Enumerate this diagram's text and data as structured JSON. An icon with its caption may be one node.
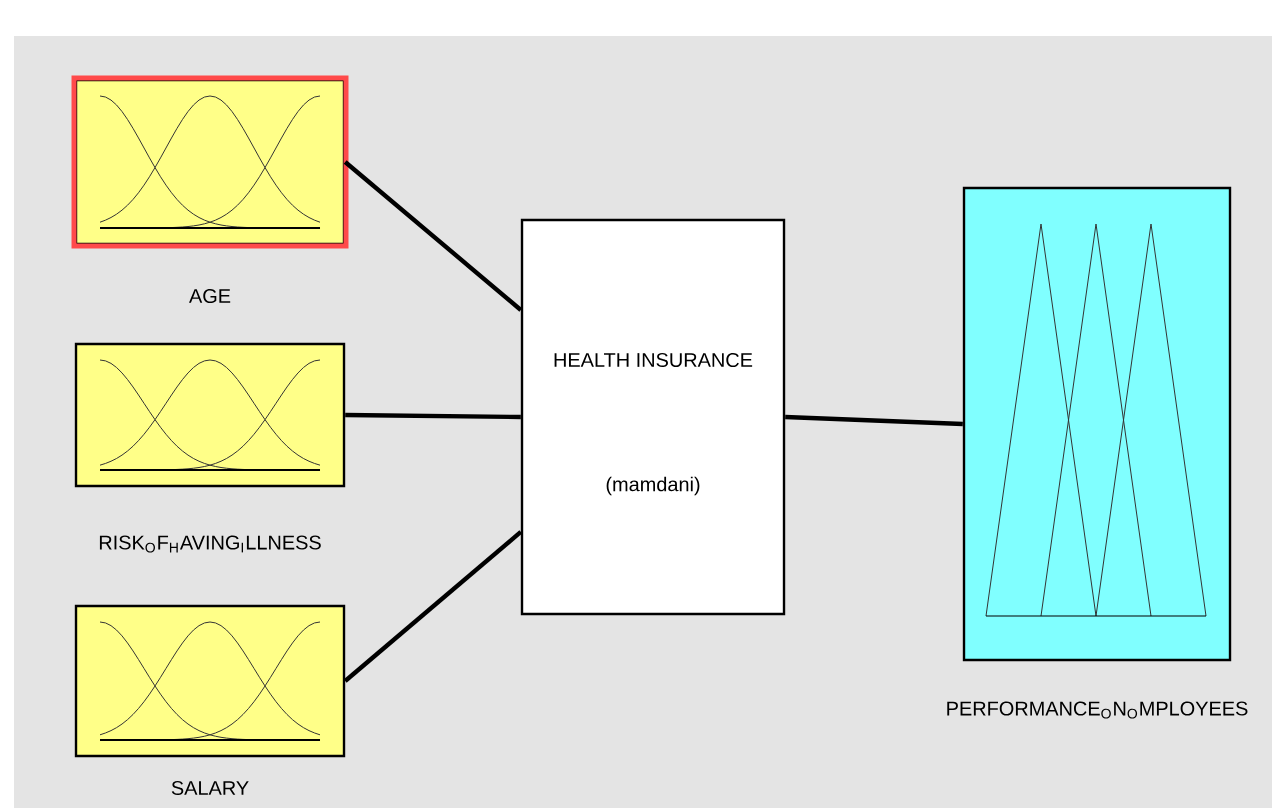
{
  "diagram": {
    "nodes": [
      {
        "text": [
          "AGE"
        ]
      },
      {
        "text": [
          "RISK$_{O}$F$_{H}$AVING$_{I}$LLNESS"
        ]
      },
      {
        "text": [
          "SALARY"
        ]
      },
      {
        "text": [
          "HEALTH INSURANCE",
          "(mamdani)"
        ]
      },
      {
        "text": [
          "PERFORMANCE$_{O}$N$_{O}$MPLOYEES"
        ]
      }
    ],
    "edges": [
      {
        "from": 0,
        "to": 3,
        "arrow": "none"
      },
      {
        "from": 1,
        "to": 3,
        "arrow": "none"
      },
      {
        "from": 2,
        "to": 3,
        "arrow": "none"
      },
      {
        "from": 3,
        "to": 4,
        "arrow": "none"
      }
    ]
  }
}
